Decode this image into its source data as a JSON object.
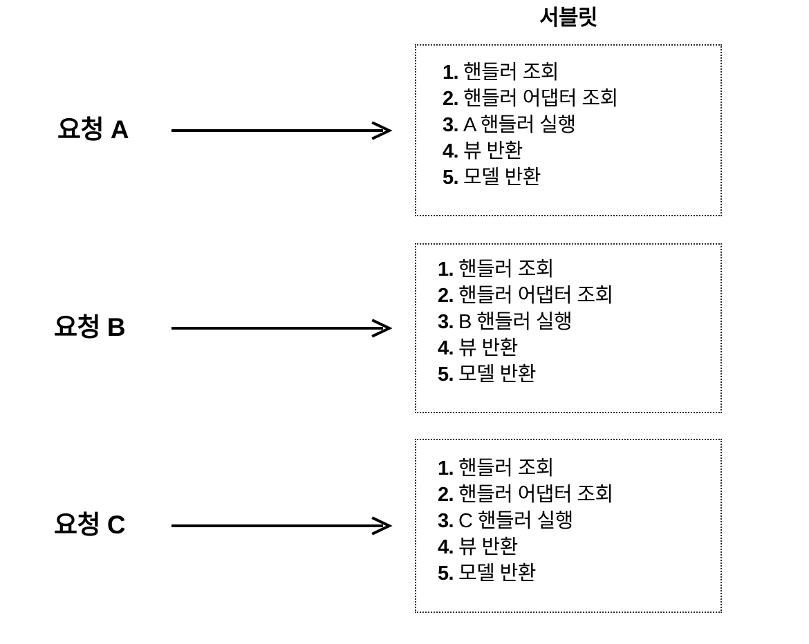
{
  "diagram": {
    "title": "서블릿",
    "flows": [
      {
        "id": "a",
        "request_label": "요청 A",
        "arrow_name": "arrow-request-a",
        "steps": [
          {
            "num": "1.",
            "text": "핸들러 조회"
          },
          {
            "num": "2.",
            "text": "핸들러 어댑터 조회"
          },
          {
            "num": "3.",
            "text": "A 핸들러 실행"
          },
          {
            "num": "4.",
            "text": "뷰 반환"
          },
          {
            "num": "5.",
            "text": "모델 반환"
          }
        ]
      },
      {
        "id": "b",
        "request_label": "요청 B",
        "arrow_name": "arrow-request-b",
        "steps": [
          {
            "num": "1.",
            "text": "핸들러 조회"
          },
          {
            "num": "2.",
            "text": "핸들러 어댑터 조회"
          },
          {
            "num": "3.",
            "text": "B 핸들러 실행"
          },
          {
            "num": "4.",
            "text": "뷰 반환"
          },
          {
            "num": "5.",
            "text": "모델 반환"
          }
        ]
      },
      {
        "id": "c",
        "request_label": "요청 C",
        "arrow_name": "arrow-request-c",
        "steps": [
          {
            "num": "1.",
            "text": "핸들러 조회"
          },
          {
            "num": "2.",
            "text": "핸들러 어댑터 조회"
          },
          {
            "num": "3.",
            "text": "C 핸들러 실행"
          },
          {
            "num": "4.",
            "text": "뷰 반환"
          },
          {
            "num": "5.",
            "text": "모델 반환"
          }
        ]
      }
    ],
    "colors": {
      "ink": "#000000",
      "box_border": "#2b2b2b",
      "background": "#ffffff"
    }
  }
}
